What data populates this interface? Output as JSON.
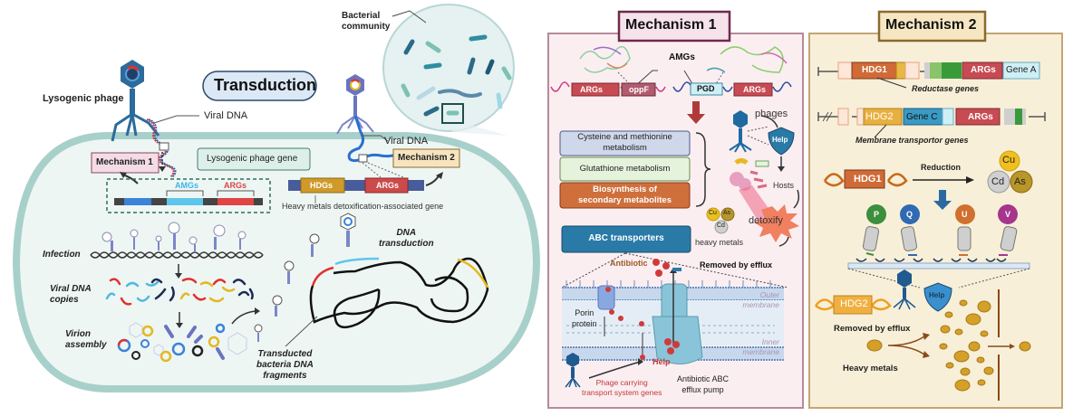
{
  "left_panel": {
    "title": "Transduction",
    "lysogenic_phage_label": "Lysogenic phage",
    "viral_dna_label_1": "Viral DNA",
    "viral_dna_label_2": "Viral DNA",
    "bacterial_community_label_1": "Bacterial",
    "bacterial_community_label_2": "community",
    "mechanism1_tag": "Mechanism 1",
    "mechanism2_tag": "Mechanism 2",
    "lysogenic_gene_box": "Lysogenic phage gene",
    "amgs_label": "AMGs",
    "args_label": "ARGs",
    "hdgs_label": "HDGs",
    "args_label_2": "ARGs",
    "heavy_metals_gene_caption": "Heavy metals detoxification-associated gene",
    "infection_label": "Infection",
    "viral_copies_label_1": "Viral DNA",
    "viral_copies_label_2": "copies",
    "virion_label_1": "Virion",
    "virion_label_2": "assembly",
    "dna_transduction_1": "DNA",
    "dna_transduction_2": "transduction",
    "transducted_1": "Transducted",
    "transducted_2": "bacteria DNA",
    "transducted_3": "fragments"
  },
  "mechanism1": {
    "title": "Mechanism 1",
    "amgs_label": "AMGs",
    "genes": [
      "ARGs",
      "oppF",
      "PGD",
      "ARGs"
    ],
    "pathways": [
      {
        "line1": "Cysteine and methionine",
        "line2": "metabolism",
        "color": "#cfd8ea"
      },
      {
        "line1": "Glutathione metabolism",
        "line2": "",
        "color": "#e6f3dc"
      },
      {
        "line1": "Biosynthesis of",
        "line2": "secondary metabolites",
        "color": "#cf6f3c"
      }
    ],
    "phages_label": "phages",
    "help_label": "Help",
    "hosts_label": "Hosts",
    "detoxify_label": "detoxify",
    "metals": [
      "Cu",
      "As",
      "Cd"
    ],
    "heavy_metals_label": "heavy metals",
    "abc_label": "ABC transporters",
    "antibiotic_label": "Antibiotic",
    "removed_label": "Removed by efflux",
    "outer_membrane_1": "Outer",
    "outer_membrane_2": "membrane",
    "inner_membrane_1": "Inner",
    "inner_membrane_2": "membrane",
    "porin_1": "Porin",
    "porin_2": "protein",
    "help_label_2": "Help",
    "phage_carrying_1": "Phage carrying",
    "phage_carrying_2": "transport system genes",
    "pump_1": "Antibiotic ABC",
    "pump_2": "efflux pump"
  },
  "mechanism2": {
    "title": "Mechanism 2",
    "row1_genes": [
      "HDG1",
      "ARGs",
      "Gene A"
    ],
    "row1_caption": "Reductase genes",
    "row2_genes": [
      "HDG2",
      "Gene C",
      "ARGs"
    ],
    "row2_caption": "Membrane transportor genes",
    "hdg1_label": "HDG1",
    "reduction_label": "Reduction",
    "metals": [
      "Cu",
      "Cd",
      "As"
    ],
    "proteins": [
      {
        "label": "P",
        "color": "#3b8f3d"
      },
      {
        "label": "Q",
        "color": "#2f6ab3"
      },
      {
        "label": "U",
        "color": "#d0702e"
      },
      {
        "label": "V",
        "color": "#a6358c"
      }
    ],
    "help_label": "Help",
    "hdg2_label": "HDG2",
    "removed_label": "Removed by efflux",
    "heavy_metals_label": "Heavy metals"
  }
}
